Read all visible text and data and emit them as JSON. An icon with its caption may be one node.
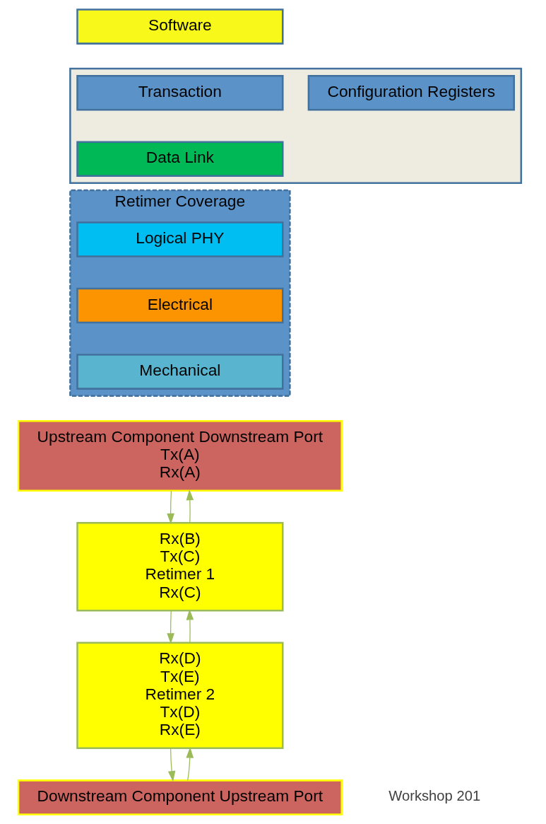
{
  "diagram": {
    "nodes": [
      {
        "text": [
          "Software"
        ]
      },
      {
        "text": [],
        "shape": "box"
      },
      {
        "text": [
          "Transaction"
        ],
        "in": 1
      },
      {
        "text": [
          "Data Link"
        ],
        "in": 1
      },
      {
        "text": [
          "Configuration Registers"
        ],
        "in": 1
      },
      {
        "text": [
          "Retimer Coverage"
        ]
      },
      {
        "text": [
          "Logical PHY"
        ],
        "in": 5
      },
      {
        "text": [
          "Electrical"
        ],
        "in": 5
      },
      {
        "text": [
          "Mechanical"
        ],
        "in": 5
      },
      {
        "text": [
          "Upstream Component Downstream Port",
          "Tx(A)",
          "Rx(A)"
        ]
      },
      {
        "text": [
          "Rx(B)",
          "Tx(C)",
          "Retimer 1",
          "Rx(C)"
        ]
      },
      {
        "text": [
          "Rx(D)",
          "Tx(E)",
          "Retimer 2",
          "Tx(D)",
          "Rx(E)"
        ]
      },
      {
        "text": [
          "Downstream Component Upstream Port"
        ]
      }
    ],
    "edges": [
      {
        "from": 9,
        "to": 10,
        "arrow": "to",
        "color": "#9bbb59"
      },
      {
        "from": 10,
        "to": 9,
        "arrow": "to",
        "color": "#9bbb59"
      },
      {
        "from": 10,
        "to": 11,
        "arrow": "to",
        "color": "#9bbb59"
      },
      {
        "from": 11,
        "to": 10,
        "arrow": "to",
        "color": "#9bbb59"
      },
      {
        "from": 11,
        "to": 12,
        "arrow": "to",
        "color": "#9bbb59"
      },
      {
        "from": 12,
        "to": 11,
        "arrow": "to",
        "color": "#9bbb59"
      }
    ],
    "labels": [
      "Workshop 201"
    ]
  }
}
